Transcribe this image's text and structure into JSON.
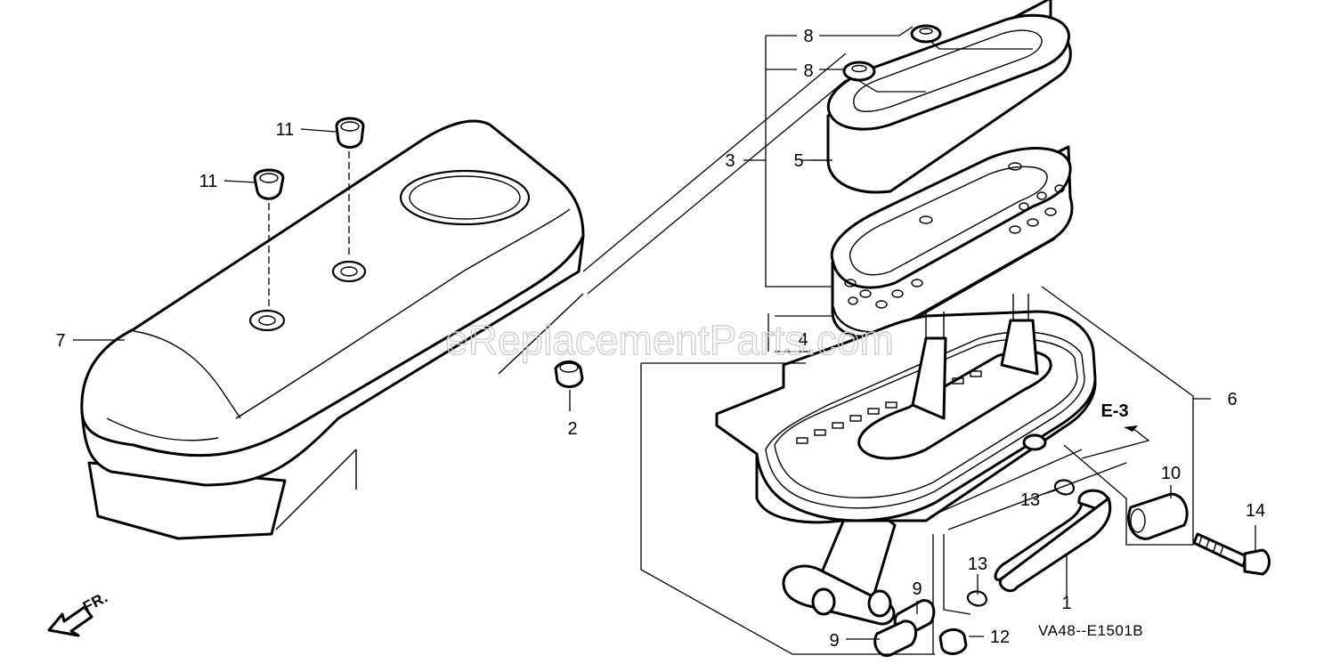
{
  "diagram": {
    "callouts": [
      {
        "id": "c1",
        "label": "1"
      },
      {
        "id": "c2",
        "label": "2"
      },
      {
        "id": "c3",
        "label": "3"
      },
      {
        "id": "c4",
        "label": "4"
      },
      {
        "id": "c5",
        "label": "5"
      },
      {
        "id": "c6",
        "label": "6"
      },
      {
        "id": "c7",
        "label": "7"
      },
      {
        "id": "c8a",
        "label": "8"
      },
      {
        "id": "c8b",
        "label": "8"
      },
      {
        "id": "c9a",
        "label": "9"
      },
      {
        "id": "c9b",
        "label": "9"
      },
      {
        "id": "c10",
        "label": "10"
      },
      {
        "id": "c11a",
        "label": "11"
      },
      {
        "id": "c11b",
        "label": "11"
      },
      {
        "id": "c12",
        "label": "12"
      },
      {
        "id": "c13a",
        "label": "13"
      },
      {
        "id": "c13b",
        "label": "13"
      },
      {
        "id": "c14",
        "label": "14"
      }
    ],
    "reference": "E-3",
    "direction": "FR.",
    "drawing_code": "VA48--E1501B",
    "watermark": "eReplacementParts.com"
  }
}
